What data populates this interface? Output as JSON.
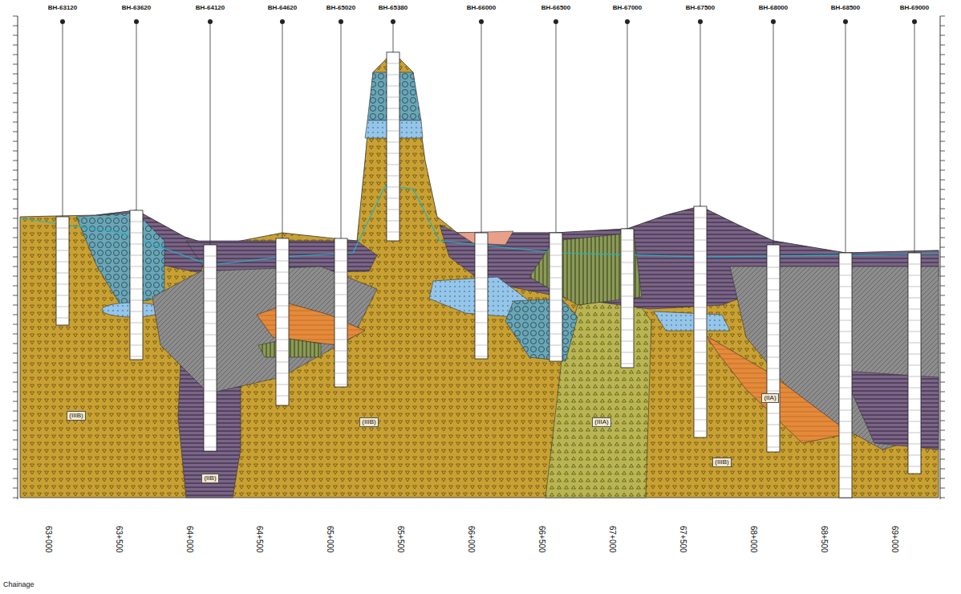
{
  "diagram": {
    "labels": [
      "BH-63120",
      "BH-63620",
      "BH-64120",
      "BH-64620",
      "BH-65020",
      "BH-65380",
      "BH-66000",
      "BH-66500",
      "BH-67000",
      "BH-67500",
      "BH-68000",
      "BH-68500",
      "BH-69000",
      "63+000",
      "63+500",
      "64+000",
      "64+500",
      "65+000",
      "65+500",
      "66+000",
      "66+500",
      "67+000",
      "67+500",
      "68+000",
      "68+500",
      "69+000",
      "Chainage",
      "(IIIB)",
      "(IIIB)",
      "(IIIB)",
      "(IIB)",
      "(IIIA)",
      "(IIA)"
    ]
  }
}
